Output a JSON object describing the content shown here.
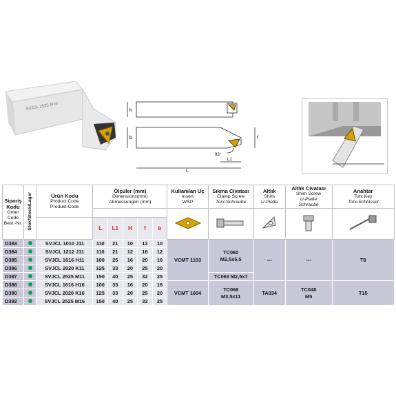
{
  "headers": {
    "order_code": [
      "Sipariş",
      "Kodu",
      "Order",
      "Code",
      "Best.-Nr."
    ],
    "stock": "Stok/Stock/Lager",
    "product": {
      "title": "Ürün Kodu",
      "sub1": "Product Code",
      "sub2": "Produkt-Code"
    },
    "dimensions": {
      "title": "Ölçüler (mm)",
      "sub1": "Dimensions(mm)",
      "sub2": "Abmessungen (mm)"
    },
    "insert": {
      "title": "Kullanılan Uç",
      "sub1": "Insert",
      "sub2": "WSP"
    },
    "clamp": {
      "title": "Sıkma Civatası",
      "sub1": "Clamp Screw",
      "sub2": "Torx-Schraube"
    },
    "shim": {
      "title": "Altlık",
      "sub1": "Shim",
      "sub2": "U-Platte"
    },
    "shim_screw": {
      "title": "Altlık Civatası",
      "sub1": "Shim Screw",
      "sub2": "U-Platte",
      "sub3": "Schraube"
    },
    "key": {
      "title": "Anahtar",
      "sub1": "Torx Key",
      "sub2": "Torx-Schlüssel"
    }
  },
  "dim_columns": [
    "L",
    "L1",
    "H",
    "f",
    "b"
  ],
  "drawing_labels": {
    "h": "h",
    "b": "b",
    "f": "f",
    "L": "L",
    "L1": "L1",
    "angle": "93°"
  },
  "rows": [
    {
      "code": "D383",
      "product": "SVJCL 1010 J11",
      "L": "110",
      "L1": "21",
      "H": "10",
      "f": "12",
      "b": "10"
    },
    {
      "code": "D384",
      "product": "SVJCL 1212 J11",
      "L": "110",
      "L1": "21",
      "H": "12",
      "f": "16",
      "b": "12"
    },
    {
      "code": "D385",
      "product": "SVJCL 1616 H11",
      "L": "100",
      "L1": "25",
      "H": "16",
      "f": "20",
      "b": "16"
    },
    {
      "code": "D386",
      "product": "SVJCL 2020 K11",
      "L": "125",
      "L1": "33",
      "H": "20",
      "f": "25",
      "b": "20"
    },
    {
      "code": "D387",
      "product": "SVJCL 2525 M11",
      "L": "150",
      "L1": "40",
      "H": "25",
      "f": "32",
      "b": "25"
    },
    {
      "code": "D388",
      "product": "SVJCL 1616 H16",
      "L": "100",
      "L1": "33",
      "H": "16",
      "f": "20",
      "b": "16"
    },
    {
      "code": "D390",
      "product": "SVJCL 2020 K16",
      "L": "125",
      "L1": "33",
      "H": "20",
      "f": "25",
      "b": "20"
    },
    {
      "code": "D392",
      "product": "SVJCL 2525 M16",
      "L": "150",
      "L1": "40",
      "H": "25",
      "f": "32",
      "b": "25"
    }
  ],
  "groups": {
    "g1": {
      "insert": "VCMT 1103",
      "clamp_a": "TC060",
      "clamp_b": "M2,5x5,5",
      "clamp_c": "TC063 M2,5x7",
      "shim": "---",
      "shim_screw": "---",
      "key": "T8"
    },
    "g2": {
      "insert": "VCMT 1604",
      "clamp_a": "TC068",
      "clamp_b": "M3,5x11",
      "shim": "TA034",
      "shim_screw_a": "TC048",
      "shim_screw_b": "M5",
      "key": "T15"
    }
  },
  "tool_marking": "SVJCL 2525 M16",
  "colors": {
    "header_border": "#bdbdbd",
    "row_dark": "#c9c8d9",
    "row_light": "#e6e6ee",
    "dim_red": "#dd2222",
    "stock_green": "#1a9a5a",
    "insert_gold": "#d6a400"
  }
}
